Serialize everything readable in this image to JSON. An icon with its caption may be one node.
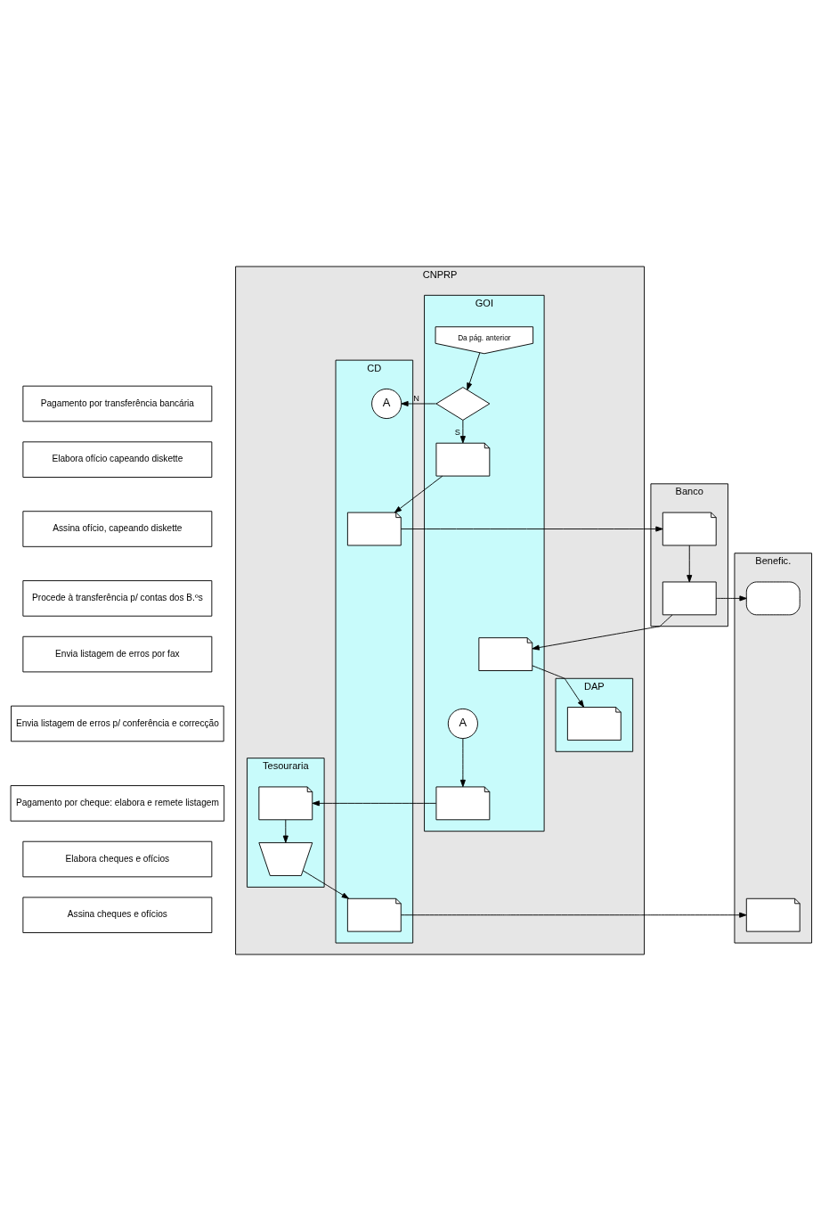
{
  "diagram": {
    "nodes": [
      {
        "text": [
          "CNPRP"
        ]
      },
      {
        "text": [
          "DAP"
        ],
        "in": 0
      },
      {
        "text": [
          "GOI"
        ],
        "in": 0
      },
      {
        "text": [
          "CD"
        ],
        "in": 0
      },
      {
        "text": [
          "Tesouraria"
        ],
        "in": 0
      },
      {
        "text": [
          "Banco"
        ]
      },
      {
        "text": [
          "Benefic."
        ]
      },
      {
        "text": [
          "Pagamento por transferência bancária"
        ]
      },
      {
        "text": [
          "Elabora ofício capeando diskette"
        ]
      },
      {
        "text": [
          "Assina ofício, capeando diskette"
        ]
      },
      {
        "text": [
          "Procede à transferência p/ contas dos B.ºs"
        ]
      },
      {
        "text": [
          "Envia listagem de erros por fax"
        ]
      },
      {
        "text": [
          "Envia listagem de erros p/ conferência e correcção"
        ]
      },
      {
        "text": [
          "Pagamento por cheque: elabora e remete listagem"
        ]
      },
      {
        "text": [
          "Elabora cheques e ofícios"
        ]
      },
      {
        "text": [
          "Assina cheques e ofícios"
        ]
      },
      {
        "text": [
          "Da pág. anterior"
        ],
        "in": 2
      },
      {
        "text": [],
        "shape": "diamond",
        "in": 2
      },
      {
        "text": [
          "A"
        ],
        "in": 3
      },
      {
        "text": [],
        "shape": "document",
        "in": 2
      },
      {
        "text": [],
        "shape": "document",
        "in": 3
      },
      {
        "text": [],
        "shape": "document",
        "in": 5
      },
      {
        "text": [],
        "shape": "box",
        "in": 5
      },
      {
        "text": [],
        "shape": "oval",
        "in": 6
      },
      {
        "text": [],
        "shape": "document",
        "in": 2
      },
      {
        "text": [],
        "shape": "document",
        "in": 1
      },
      {
        "text": [
          "A"
        ],
        "in": 2
      },
      {
        "text": [],
        "shape": "document",
        "in": 2
      },
      {
        "text": [],
        "shape": "document",
        "in": 4
      },
      {
        "text": [],
        "shape": "trapezoid",
        "in": 4
      },
      {
        "text": [],
        "shape": "document",
        "in": 3
      },
      {
        "text": [],
        "shape": "document",
        "in": 6
      }
    ],
    "edges": [
      {
        "from": 16,
        "to": 17,
        "arrow": "to"
      },
      {
        "from": 17,
        "to": 18,
        "arrow": "to",
        "label": "N"
      },
      {
        "from": 17,
        "to": 19,
        "arrow": "to",
        "label": "S"
      },
      {
        "from": 19,
        "to": 20,
        "arrow": "to"
      },
      {
        "from": 20,
        "to": 21,
        "arrow": "to"
      },
      {
        "from": 21,
        "to": 22,
        "arrow": "to"
      },
      {
        "from": 22,
        "to": 23,
        "arrow": "to"
      },
      {
        "from": 22,
        "to": 24,
        "arrow": "to"
      },
      {
        "from": 24,
        "to": 25,
        "arrow": "to"
      },
      {
        "from": 26,
        "to": 27,
        "arrow": "to"
      },
      {
        "from": 27,
        "to": 28,
        "arrow": "to"
      },
      {
        "from": 28,
        "to": 29,
        "arrow": "to"
      },
      {
        "from": 29,
        "to": 30,
        "arrow": "to"
      },
      {
        "from": 30,
        "to": 31,
        "arrow": "to"
      }
    ]
  }
}
